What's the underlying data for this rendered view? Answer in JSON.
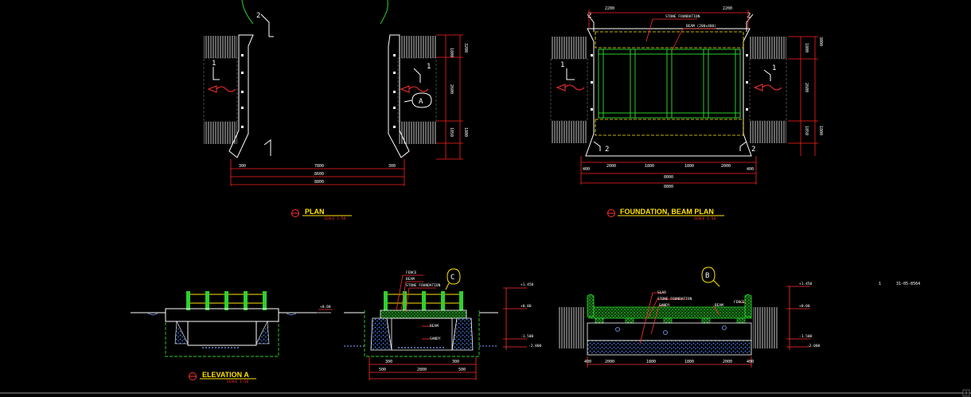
{
  "drawing": {
    "plan": {
      "title": "PLAN",
      "scale": "SCALE 1:50",
      "section_marks": [
        "2",
        "1",
        "1"
      ],
      "bubble": "A",
      "dims_bottom": [
        "7800",
        "8600",
        "8800"
      ],
      "dims_small": [
        "300",
        "300"
      ],
      "dims_right": [
        "3200",
        "1800",
        "2600",
        "1850",
        "1800"
      ]
    },
    "foundation": {
      "title": "FOUNDATION, BEAM PLAN",
      "scale": "SCALE 1:50",
      "labels": [
        "STONE FOUNDATION",
        "BEAM (200x400)"
      ],
      "section_marks": [
        "2",
        "2",
        "1",
        "1",
        "2",
        "2"
      ],
      "dims_top": [
        "2200",
        "2200"
      ],
      "dims_bottom": [
        "400",
        "2000",
        "1800",
        "1800",
        "2000",
        "400"
      ],
      "dims_total": [
        "8000",
        "8800"
      ],
      "dims_right": [
        "3000",
        "1800",
        "2600",
        "1850",
        "1800"
      ]
    },
    "elevation": {
      "title": "ELEVATION A",
      "scale": "SCALE 1:50",
      "level": "+0.00"
    },
    "section_c": {
      "bubble": "C",
      "labels": [
        "FENCE",
        "BEAM",
        "STONE FOUNDATION",
        "BEAM",
        "SANDY"
      ],
      "levels": [
        "+1.450",
        "+0.00",
        "-1.500",
        "-2.000"
      ],
      "dims_bottom": [
        "500",
        "2800",
        "500"
      ],
      "dims_small": [
        "300",
        "300"
      ]
    },
    "section_b": {
      "bubble": "B",
      "labels": [
        "SLAB",
        "STONE FOUNDATION",
        "SANDY",
        "FENCE",
        "BEAM"
      ],
      "levels": [
        "+1.450",
        "+0.00",
        "-1.500",
        "-2.000"
      ],
      "dims_bottom": [
        "400",
        "2000",
        "1800",
        "1800",
        "2000",
        "400"
      ]
    },
    "sheet_note": {
      "index": "1",
      "code": "31-05-8564"
    }
  }
}
